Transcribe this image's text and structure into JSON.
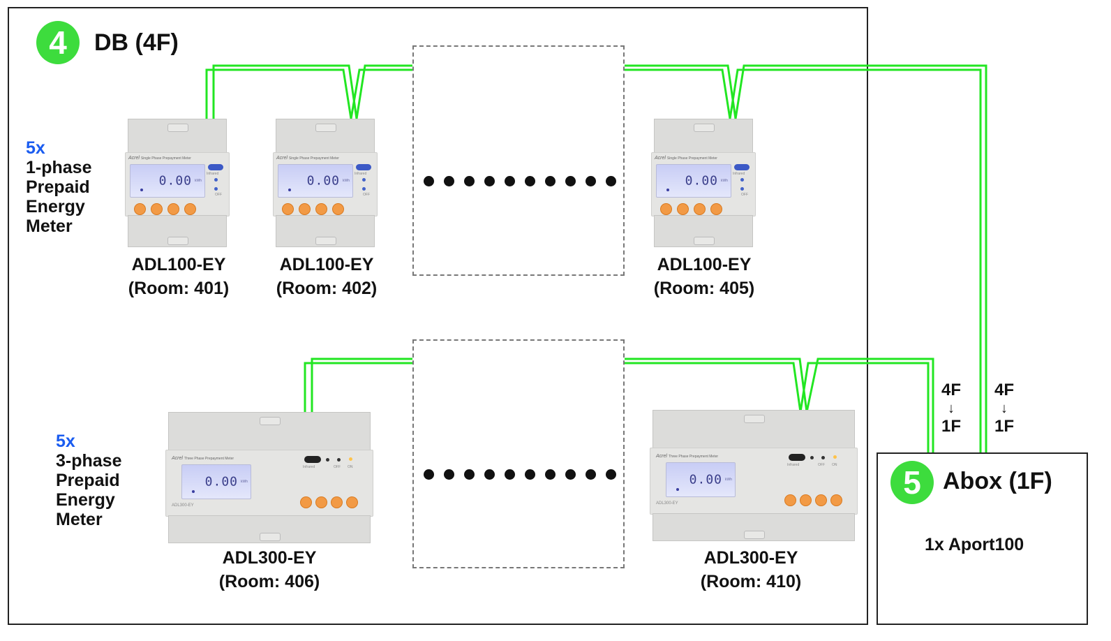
{
  "db": {
    "badge_number": "4",
    "title": "DB (4F)",
    "single_phase_group": {
      "count": "5x",
      "lines": [
        "1-phase",
        "Prepaid",
        "Energy",
        "Meter"
      ],
      "meters": [
        {
          "model": "ADL100-EY",
          "room": "(Room: 401)",
          "display": "0.00",
          "brand": "Acrel",
          "face_text": "Single Phase Prepayment Meter",
          "ir_label": "Infrared",
          "off_label": "OFF"
        },
        {
          "model": "ADL100-EY",
          "room": "(Room: 402)",
          "display": "0.00",
          "brand": "Acrel",
          "face_text": "Single Phase Prepayment Meter",
          "ir_label": "Infrared",
          "off_label": "OFF"
        },
        {
          "model": "ADL100-EY",
          "room": "(Room: 405)",
          "display": "0.00",
          "brand": "Acrel",
          "face_text": "Single Phase Prepayment Meter",
          "ir_label": "Infrared",
          "off_label": "OFF"
        }
      ],
      "ellipsis_dots": 10
    },
    "three_phase_group": {
      "count": "5x",
      "lines": [
        "3-phase",
        "Prepaid",
        "Energy",
        "Meter"
      ],
      "meters": [
        {
          "model": "ADL300-EY",
          "room": "(Room: 406)",
          "display": "0.00",
          "brand": "Acrel",
          "face_text": "Three Phase Prepayment Meter",
          "ir_label": "Infrared",
          "off_label": "OFF",
          "on_label": "ON",
          "face_model": "ADL300-EY"
        },
        {
          "model": "ADL300-EY",
          "room": "(Room: 410)",
          "display": "0.00",
          "brand": "Acrel",
          "face_text": "Three Phase Prepayment Meter",
          "ir_label": "Infrared",
          "off_label": "OFF",
          "on_label": "ON",
          "face_model": "ADL300-EY"
        }
      ],
      "ellipsis_dots": 10
    }
  },
  "abox": {
    "badge_number": "5",
    "title": "Abox (1F)",
    "content": "1x Aport100"
  },
  "floor_transitions": [
    {
      "from": "4F",
      "arrow": "↓",
      "to": "1F"
    },
    {
      "from": "4F",
      "arrow": "↓",
      "to": "1F"
    }
  ],
  "colors": {
    "badge_green": "#3ddc3d",
    "wire_green": "#22e622",
    "count_blue": "#1a5cf0",
    "button_orange": "#f29a45"
  }
}
